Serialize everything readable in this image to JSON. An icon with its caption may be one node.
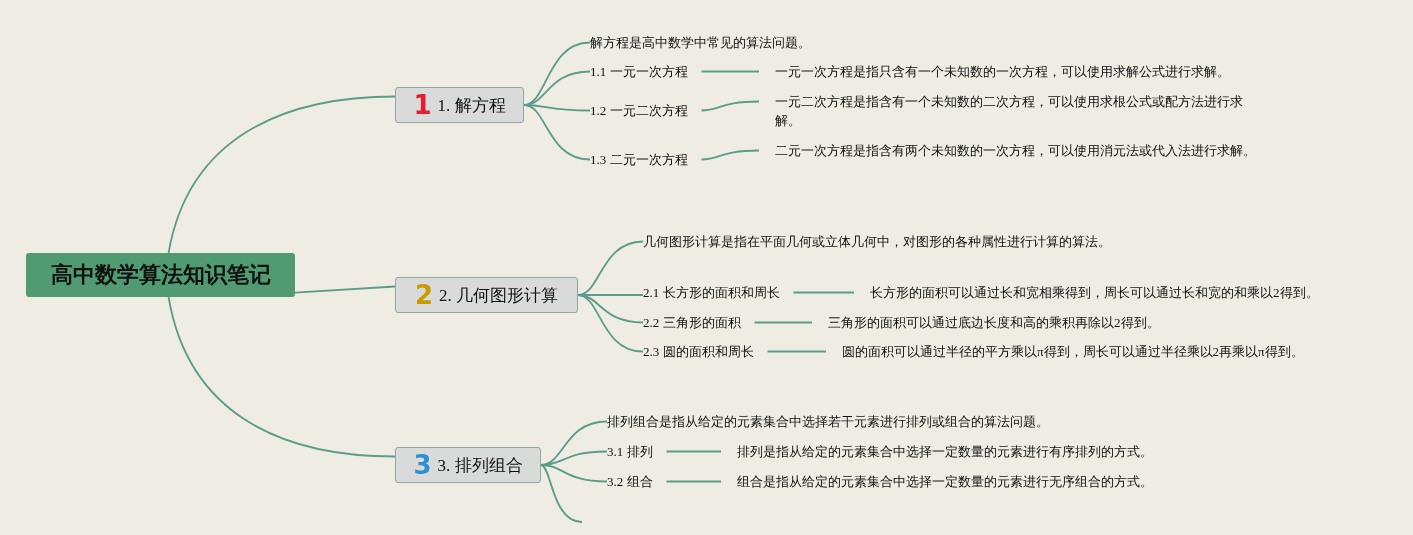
{
  "diagram": {
    "nodes": [
      {
        "text": [
          "高中数学算法知识笔记"
        ]
      },
      {
        "text": [
          "1",
          "1. 解方程"
        ]
      },
      {
        "text": [
          "解方程是高中数学中常见的算法问题。"
        ]
      },
      {
        "text": [
          "1.1 一元一次方程"
        ]
      },
      {
        "text": [
          "一元一次方程是指只含有一个未知数的一次方程，可以使用求解公式进行求解。"
        ]
      },
      {
        "text": [
          "1.2 一元二次方程"
        ]
      },
      {
        "text": [
          "一元二次方程是指含有一个未知数的二次方程，可以使用求根公式或配方法进行求解。"
        ]
      },
      {
        "text": [
          "1.3 二元一次方程"
        ]
      },
      {
        "text": [
          "二元一次方程是指含有两个未知数的一次方程，可以使用消元法或代入法进行求解。"
        ]
      },
      {
        "text": [
          "2",
          "2. 几何图形计算"
        ]
      },
      {
        "text": [
          "几何图形计算是指在平面几何或立体几何中，对图形的各种属性进行计算的算法。"
        ]
      },
      {
        "text": [
          "2.1 长方形的面积和周长"
        ]
      },
      {
        "text": [
          "长方形的面积可以通过长和宽相乘得到，周长可以通过长和宽的和乘以2得到。"
        ]
      },
      {
        "text": [
          "2.2 三角形的面积"
        ]
      },
      {
        "text": [
          "三角形的面积可以通过底边长度和高的乘积再除以2得到。"
        ]
      },
      {
        "text": [
          "2.3 圆的面积和周长"
        ]
      },
      {
        "text": [
          "圆的面积可以通过半径的平方乘以π得到，周长可以通过半径乘以2再乘以π得到。"
        ]
      },
      {
        "text": [
          "3",
          "3. 排列组合"
        ]
      },
      {
        "text": [
          "排列组合是指从给定的元素集合中选择若干元素进行排列或组合的算法问题。"
        ]
      },
      {
        "text": [
          "3.1 排列"
        ]
      },
      {
        "text": [
          "排列是指从给定的元素集合中选择一定数量的元素进行有序排列的方式。"
        ]
      },
      {
        "text": [
          "3.2 组合"
        ]
      },
      {
        "text": [
          "组合是指从给定的元素集合中选择一定数量的元素进行无序组合的方式。"
        ]
      }
    ],
    "edges": [
      {
        "from": 0,
        "to": 1,
        "arrow": "none"
      },
      {
        "from": 0,
        "to": 9,
        "arrow": "none"
      },
      {
        "from": 0,
        "to": 17,
        "arrow": "none"
      },
      {
        "from": 1,
        "to": 2,
        "arrow": "none"
      },
      {
        "from": 1,
        "to": 3,
        "arrow": "none"
      },
      {
        "from": 1,
        "to": 5,
        "arrow": "none"
      },
      {
        "from": 1,
        "to": 7,
        "arrow": "none"
      },
      {
        "from": 3,
        "to": 4,
        "arrow": "none"
      },
      {
        "from": 5,
        "to": 6,
        "arrow": "none"
      },
      {
        "from": 7,
        "to": 8,
        "arrow": "none"
      },
      {
        "from": 9,
        "to": 10,
        "arrow": "none"
      },
      {
        "from": 9,
        "to": 11,
        "arrow": "none"
      },
      {
        "from": 9,
        "to": 13,
        "arrow": "none"
      },
      {
        "from": 9,
        "to": 15,
        "arrow": "none"
      },
      {
        "from": 11,
        "to": 12,
        "arrow": "none"
      },
      {
        "from": 13,
        "to": 14,
        "arrow": "none"
      },
      {
        "from": 15,
        "to": 16,
        "arrow": "none"
      },
      {
        "from": 17,
        "to": 18,
        "arrow": "none"
      },
      {
        "from": 17,
        "to": 19,
        "arrow": "none"
      },
      {
        "from": 17,
        "to": 21,
        "arrow": "none"
      },
      {
        "from": 17,
        "to": null,
        "arrow": "none"
      },
      {
        "from": 19,
        "to": 20,
        "arrow": "none"
      },
      {
        "from": 21,
        "to": 22,
        "arrow": "none"
      }
    ]
  }
}
